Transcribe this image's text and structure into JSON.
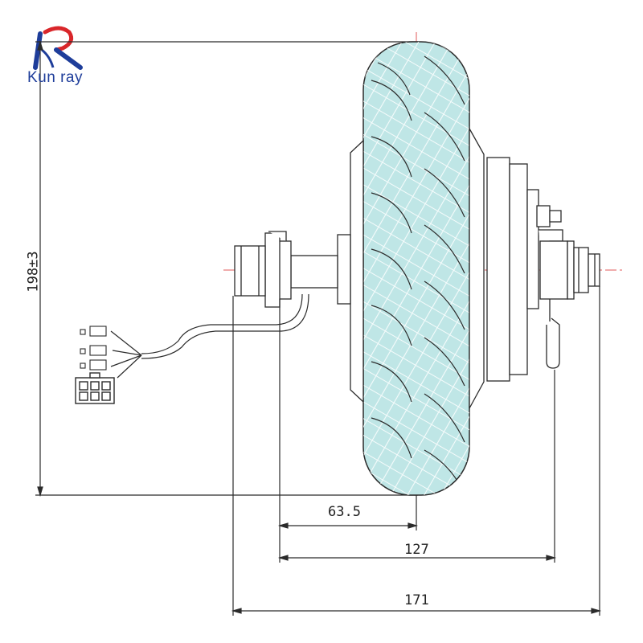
{
  "brand": {
    "name": "Kun ray",
    "logo_letter": "R",
    "colors": {
      "red": "#d9262a",
      "blue": "#1e3d9a"
    }
  },
  "drawing": {
    "subject": "hub motor wheel assembly",
    "tire_fill": "#bfe6e6",
    "line_color": "#2b2b2b",
    "centerline_color": "#e05a5a",
    "dimensions": {
      "height": "198±3",
      "half_width": "63.5",
      "inner_width": "127",
      "overall_width": "171"
    }
  }
}
